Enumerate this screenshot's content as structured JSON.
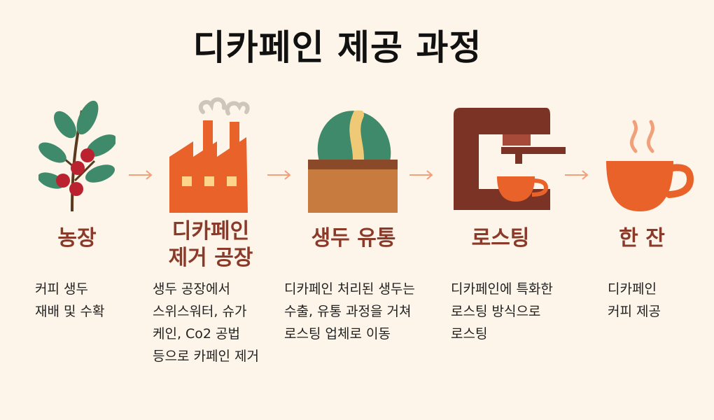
{
  "title": "디카페인 제공 과정",
  "colors": {
    "background": "#fdf5e9",
    "stage_name": "#8b3a2a",
    "orange": "#e8622a",
    "arrow": "#f0a07a",
    "brown": "#7a3324",
    "green": "#3e8a6a"
  },
  "stages": [
    {
      "icon": "coffee-plant-icon",
      "name_lines": [
        "농장"
      ],
      "desc_lines": [
        "커피 생두",
        "재배 및 수확"
      ]
    },
    {
      "icon": "factory-icon",
      "name_lines": [
        "디카페인",
        "제거 공장"
      ],
      "desc_lines": [
        "생두 공장에서",
        "스위스워터, 슈가",
        "케인, Co2 공법",
        "등으로 카페인 제거"
      ]
    },
    {
      "icon": "green-bean-crate-icon",
      "name_lines": [
        "생두 유통"
      ],
      "desc_lines": [
        "디카페인 처리된 생두는",
        "수출, 유통 과정을 거쳐",
        "로스팅 업체로 이동"
      ]
    },
    {
      "icon": "espresso-machine-icon",
      "name_lines": [
        "로스팅"
      ],
      "desc_lines": [
        "디카페인에 특화한",
        "로스팅 방식으로",
        "로스팅"
      ]
    },
    {
      "icon": "hot-cup-icon",
      "name_lines": [
        "한 잔"
      ],
      "desc_lines": [
        "디카페인",
        "커피 제공"
      ]
    }
  ]
}
